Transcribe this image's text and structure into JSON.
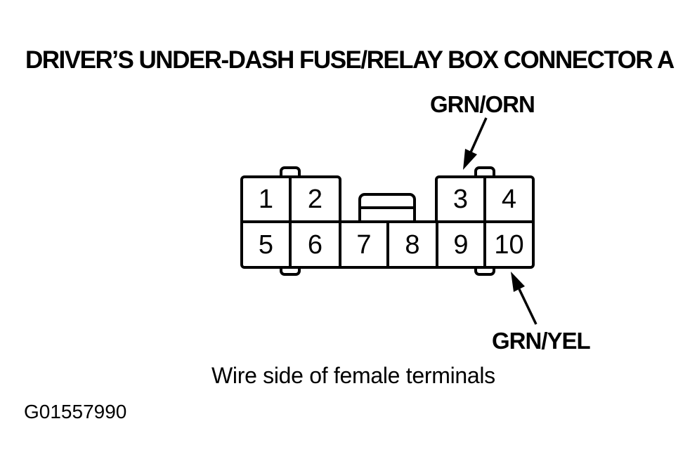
{
  "title": "DRIVER’S UNDER-DASH FUSE/RELAY BOX CONNECTOR A",
  "connector": {
    "terminals": [
      "1",
      "2",
      "3",
      "4",
      "5",
      "6",
      "7",
      "8",
      "9",
      "10"
    ],
    "wire_labels": {
      "top": {
        "label": "GRN/ORN",
        "points_to": "terminal 3"
      },
      "bottom": {
        "label": "GRN/YEL",
        "points_to": "terminal 10"
      }
    }
  },
  "caption": "Wire side of female terminals",
  "figure_id": "G01557990",
  "colors": {
    "ink": "#000000",
    "background": "#ffffff"
  }
}
